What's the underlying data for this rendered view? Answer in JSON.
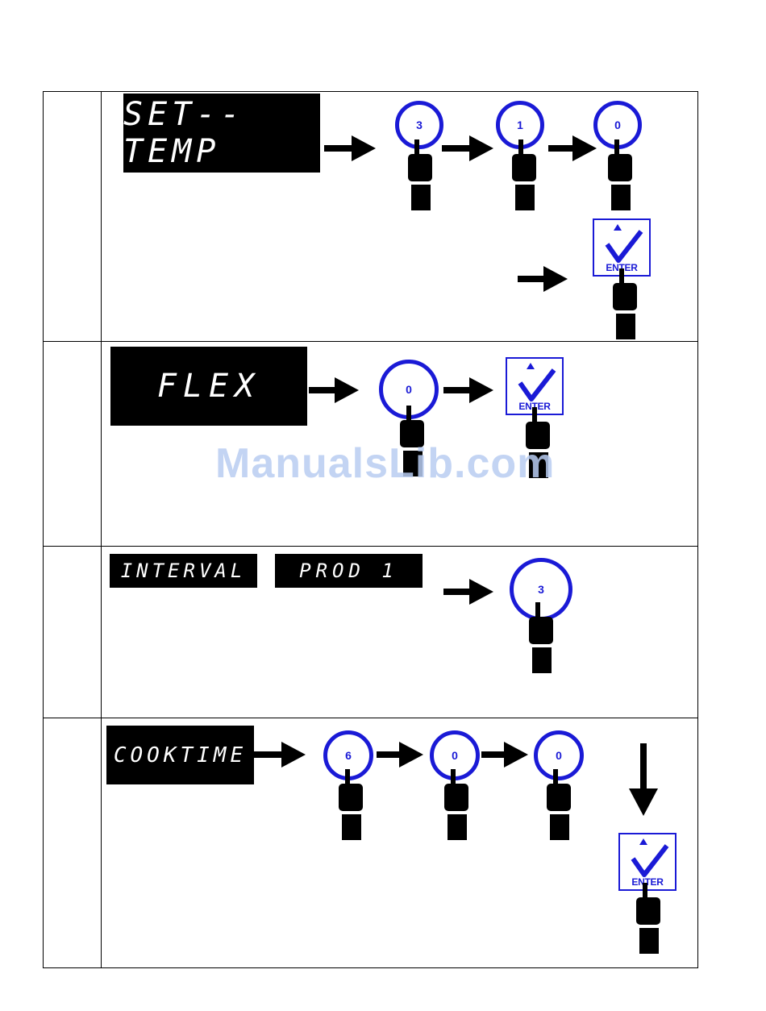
{
  "rows": [
    {
      "displays": [
        "SET--TEMP"
      ],
      "keys": [
        "3",
        "1",
        "0"
      ],
      "enter_label": "ENTER"
    },
    {
      "displays": [
        "FLEX"
      ],
      "keys": [
        "0"
      ],
      "enter_label": "ENTER"
    },
    {
      "displays": [
        "INTERVAL",
        "PROD 1"
      ],
      "keys": [
        "3"
      ]
    },
    {
      "displays": [
        "COOKTIME"
      ],
      "keys": [
        "6",
        "0",
        "0"
      ],
      "enter_label": "ENTER"
    }
  ],
  "watermark": "ManualsLib.com",
  "colors": {
    "key_blue": "#1a1ad6",
    "lcd_bg": "#000000",
    "watermark": "#b9cdf2"
  },
  "icons": [
    "pointing-hand-icon",
    "enter-check-icon",
    "arrow-right-icon",
    "arrow-down-icon"
  ]
}
